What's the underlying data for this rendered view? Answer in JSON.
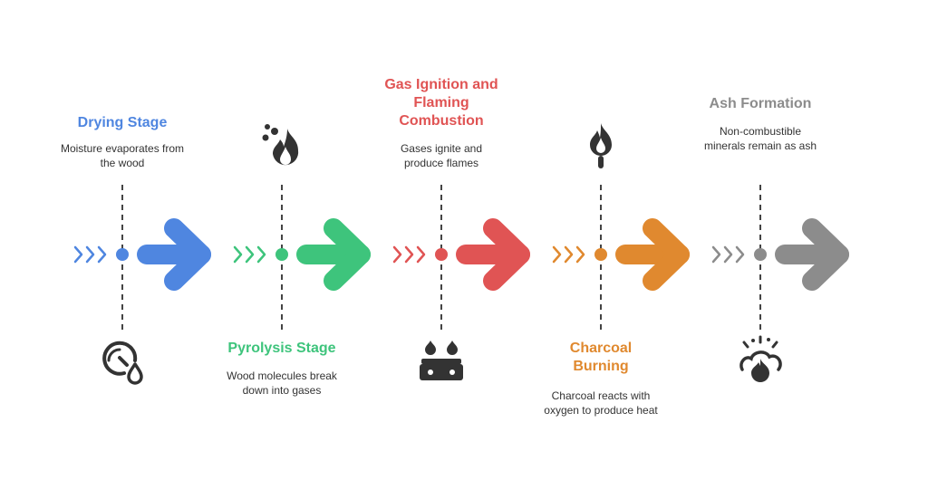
{
  "stages": [
    {
      "title": "Drying Stage",
      "description": "Moisture evaporates from the wood",
      "color": "#4f86e0",
      "icon": "moisture-gauge-icon"
    },
    {
      "title": "Pyrolysis Stage",
      "description": "Wood molecules break down into gases",
      "color": "#3ec47c",
      "icon": "smoke-fire-icon"
    },
    {
      "title": "Gas Ignition and Flaming Combustion",
      "description": "Gases ignite and produce flames",
      "color": "#e05454",
      "icon": "gas-burner-icon"
    },
    {
      "title": "Charcoal Burning",
      "description": "Charcoal reacts with oxygen to produce heat",
      "color": "#e0892f",
      "icon": "match-flame-icon"
    },
    {
      "title": "Ash Formation",
      "description": "Non-combustible minerals remain as ash",
      "color": "#8c8c8c",
      "icon": "ash-explosion-icon"
    }
  ]
}
